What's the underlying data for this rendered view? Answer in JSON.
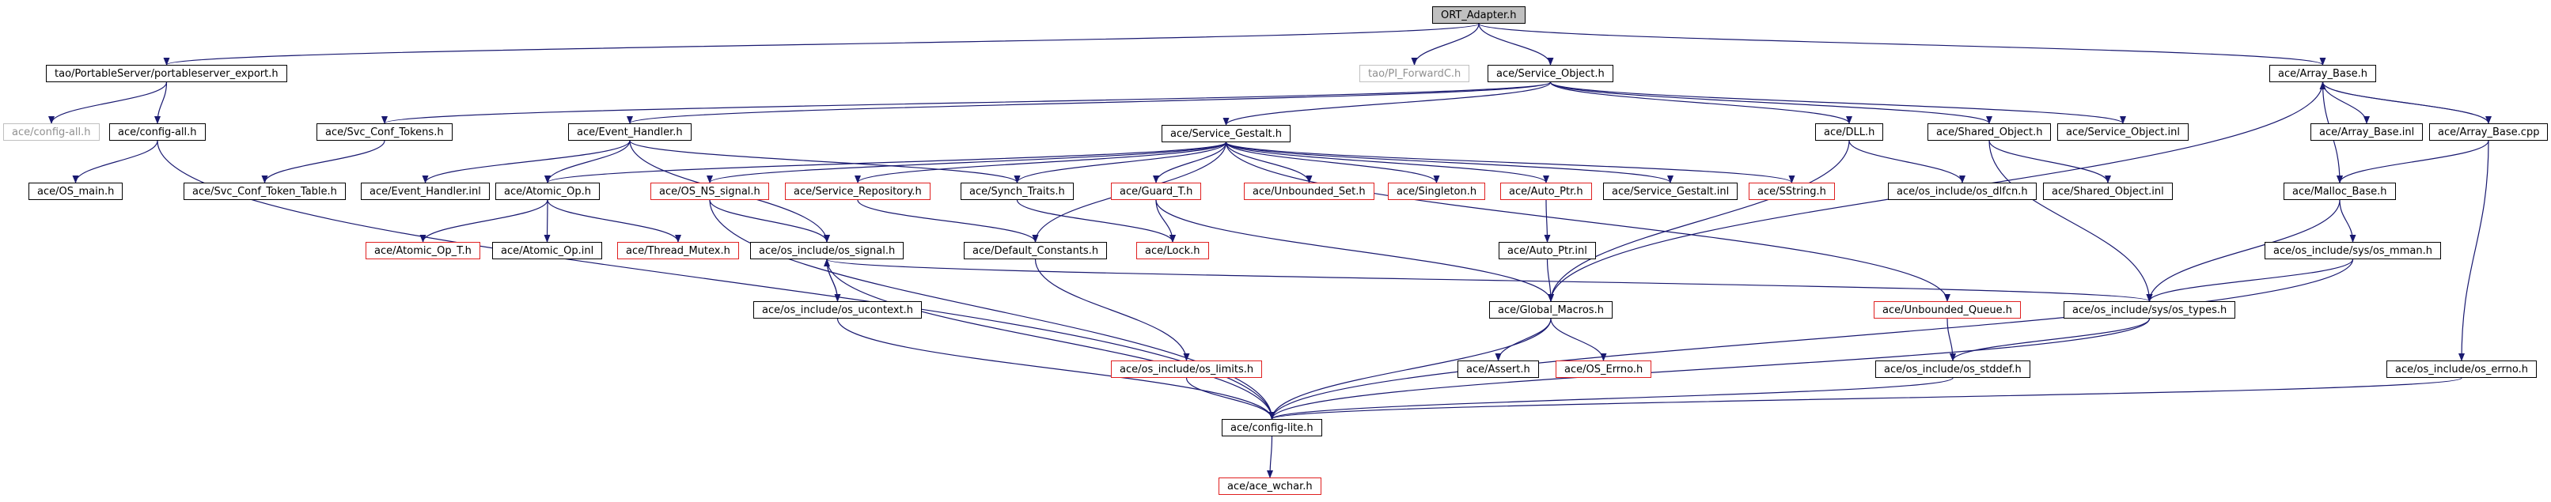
{
  "colors": {
    "edge": "#191970",
    "red_border": "#e02020",
    "grey_text": "#909090",
    "root_fill": "#c0c0c0"
  },
  "nodes": {
    "ort_adapter": {
      "label": "ORT_Adapter.h",
      "style": "root"
    },
    "portableserver_export": {
      "label": "tao/PortableServer/portableserver_export.h",
      "style": "normal"
    },
    "pi_forwardc": {
      "label": "tao/PI_ForwardC.h",
      "style": "grey"
    },
    "service_object": {
      "label": "ace/Service_Object.h",
      "style": "normal"
    },
    "array_base": {
      "label": "ace/Array_Base.h",
      "style": "normal"
    },
    "config_all_grey": {
      "label": "ace/config-all.h",
      "style": "grey"
    },
    "config_all": {
      "label": "ace/config-all.h",
      "style": "normal"
    },
    "os_main": {
      "label": "ace/OS_main.h",
      "style": "normal"
    },
    "svc_conf_tokens": {
      "label": "ace/Svc_Conf_Tokens.h",
      "style": "normal"
    },
    "svc_conf_token_table": {
      "label": "ace/Svc_Conf_Token_Table.h",
      "style": "normal"
    },
    "event_handler": {
      "label": "ace/Event_Handler.h",
      "style": "normal"
    },
    "event_handler_inl": {
      "label": "ace/Event_Handler.inl",
      "style": "normal"
    },
    "service_gestalt": {
      "label": "ace/Service_Gestalt.h",
      "style": "normal"
    },
    "dll": {
      "label": "ace/DLL.h",
      "style": "normal"
    },
    "shared_object": {
      "label": "ace/Shared_Object.h",
      "style": "normal"
    },
    "service_object_inl": {
      "label": "ace/Service_Object.inl",
      "style": "normal"
    },
    "array_base_inl": {
      "label": "ace/Array_Base.inl",
      "style": "normal"
    },
    "array_base_cpp": {
      "label": "ace/Array_Base.cpp",
      "style": "normal"
    },
    "atomic_op": {
      "label": "ace/Atomic_Op.h",
      "style": "normal"
    },
    "os_ns_signal": {
      "label": "ace/OS_NS_signal.h",
      "style": "red"
    },
    "service_repository": {
      "label": "ace/Service_Repository.h",
      "style": "red"
    },
    "synch_traits": {
      "label": "ace/Synch_Traits.h",
      "style": "normal"
    },
    "guard_t": {
      "label": "ace/Guard_T.h",
      "style": "red"
    },
    "unbounded_set": {
      "label": "ace/Unbounded_Set.h",
      "style": "red"
    },
    "singleton": {
      "label": "ace/Singleton.h",
      "style": "red"
    },
    "auto_ptr": {
      "label": "ace/Auto_Ptr.h",
      "style": "red"
    },
    "service_gestalt_inl": {
      "label": "ace/Service_Gestalt.inl",
      "style": "normal"
    },
    "sstring": {
      "label": "ace/SString.h",
      "style": "red"
    },
    "os_dlfcn": {
      "label": "ace/os_include/os_dlfcn.h",
      "style": "normal"
    },
    "shared_object_inl": {
      "label": "ace/Shared_Object.inl",
      "style": "normal"
    },
    "malloc_base": {
      "label": "ace/Malloc_Base.h",
      "style": "normal"
    },
    "atomic_op_t": {
      "label": "ace/Atomic_Op_T.h",
      "style": "red"
    },
    "atomic_op_inl": {
      "label": "ace/Atomic_Op.inl",
      "style": "normal"
    },
    "thread_mutex": {
      "label": "ace/Thread_Mutex.h",
      "style": "red"
    },
    "os_signal": {
      "label": "ace/os_include/os_signal.h",
      "style": "normal"
    },
    "default_constants": {
      "label": "ace/Default_Constants.h",
      "style": "normal"
    },
    "lock": {
      "label": "ace/Lock.h",
      "style": "red"
    },
    "auto_ptr_inl": {
      "label": "ace/Auto_Ptr.inl",
      "style": "normal"
    },
    "os_mman": {
      "label": "ace/os_include/sys/os_mman.h",
      "style": "normal"
    },
    "os_ucontext": {
      "label": "ace/os_include/os_ucontext.h",
      "style": "normal"
    },
    "global_macros": {
      "label": "ace/Global_Macros.h",
      "style": "normal"
    },
    "unbounded_queue": {
      "label": "ace/Unbounded_Queue.h",
      "style": "red"
    },
    "os_types": {
      "label": "ace/os_include/sys/os_types.h",
      "style": "normal"
    },
    "os_limits": {
      "label": "ace/os_include/os_limits.h",
      "style": "red"
    },
    "assert": {
      "label": "ace/Assert.h",
      "style": "normal"
    },
    "os_errno_red": {
      "label": "ace/OS_Errno.h",
      "style": "red"
    },
    "os_stddef": {
      "label": "ace/os_include/os_stddef.h",
      "style": "normal"
    },
    "os_errno": {
      "label": "ace/os_include/os_errno.h",
      "style": "normal"
    },
    "config_lite": {
      "label": "ace/config-lite.h",
      "style": "normal"
    },
    "ace_wchar": {
      "label": "ace/ace_wchar.h",
      "style": "red"
    }
  },
  "edges": [
    [
      "ort_adapter",
      "portableserver_export"
    ],
    [
      "ort_adapter",
      "pi_forwardc"
    ],
    [
      "ort_adapter",
      "service_object"
    ],
    [
      "ort_adapter",
      "array_base"
    ],
    [
      "portableserver_export",
      "config_all_grey"
    ],
    [
      "portableserver_export",
      "config_all"
    ],
    [
      "config_all",
      "os_main"
    ],
    [
      "config_all",
      "config_lite"
    ],
    [
      "service_object",
      "svc_conf_tokens"
    ],
    [
      "service_object",
      "event_handler"
    ],
    [
      "service_object",
      "service_gestalt"
    ],
    [
      "service_object",
      "dll"
    ],
    [
      "service_object",
      "shared_object"
    ],
    [
      "service_object",
      "service_object_inl"
    ],
    [
      "svc_conf_tokens",
      "svc_conf_token_table"
    ],
    [
      "event_handler",
      "event_handler_inl"
    ],
    [
      "event_handler",
      "atomic_op"
    ],
    [
      "event_handler",
      "os_signal"
    ],
    [
      "event_handler",
      "synch_traits"
    ],
    [
      "service_gestalt",
      "atomic_op"
    ],
    [
      "service_gestalt",
      "os_ns_signal"
    ],
    [
      "service_gestalt",
      "service_repository"
    ],
    [
      "service_gestalt",
      "synch_traits"
    ],
    [
      "service_gestalt",
      "default_constants"
    ],
    [
      "service_gestalt",
      "guard_t"
    ],
    [
      "service_gestalt",
      "unbounded_set"
    ],
    [
      "service_gestalt",
      "singleton"
    ],
    [
      "service_gestalt",
      "auto_ptr"
    ],
    [
      "service_gestalt",
      "service_gestalt_inl"
    ],
    [
      "service_gestalt",
      "sstring"
    ],
    [
      "service_gestalt",
      "unbounded_queue"
    ],
    [
      "dll",
      "os_dlfcn"
    ],
    [
      "dll",
      "global_macros"
    ],
    [
      "shared_object",
      "shared_object_inl"
    ],
    [
      "shared_object",
      "os_types"
    ],
    [
      "array_base",
      "array_base_inl"
    ],
    [
      "array_base",
      "array_base_cpp"
    ],
    [
      "array_base",
      "malloc_base"
    ],
    [
      "array_base",
      "global_macros"
    ],
    [
      "array_base_cpp",
      "array_base"
    ],
    [
      "array_base_cpp",
      "malloc_base"
    ],
    [
      "array_base_cpp",
      "os_errno"
    ],
    [
      "atomic_op",
      "atomic_op_t"
    ],
    [
      "atomic_op",
      "atomic_op_inl"
    ],
    [
      "atomic_op",
      "thread_mutex"
    ],
    [
      "os_ns_signal",
      "os_signal"
    ],
    [
      "os_ns_signal",
      "config_lite"
    ],
    [
      "service_repository",
      "default_constants"
    ],
    [
      "synch_traits",
      "lock"
    ],
    [
      "guard_t",
      "lock"
    ],
    [
      "guard_t",
      "global_macros"
    ],
    [
      "auto_ptr",
      "auto_ptr_inl"
    ],
    [
      "auto_ptr_inl",
      "global_macros"
    ],
    [
      "malloc_base",
      "os_types"
    ],
    [
      "malloc_base",
      "os_mman"
    ],
    [
      "os_mman",
      "os_types"
    ],
    [
      "os_mman",
      "config_lite"
    ],
    [
      "os_signal",
      "os_ucontext"
    ],
    [
      "os_signal",
      "os_types"
    ],
    [
      "os_signal",
      "config_lite"
    ],
    [
      "os_ucontext",
      "os_signal"
    ],
    [
      "os_ucontext",
      "config_lite"
    ],
    [
      "default_constants",
      "os_limits"
    ],
    [
      "global_macros",
      "assert"
    ],
    [
      "global_macros",
      "os_errno_red"
    ],
    [
      "global_macros",
      "config_lite"
    ],
    [
      "unbounded_queue",
      "os_stddef"
    ],
    [
      "os_types",
      "os_stddef"
    ],
    [
      "os_types",
      "config_lite"
    ],
    [
      "os_limits",
      "config_lite"
    ],
    [
      "os_stddef",
      "config_lite"
    ],
    [
      "os_errno",
      "config_lite"
    ],
    [
      "config_lite",
      "ace_wchar"
    ]
  ]
}
